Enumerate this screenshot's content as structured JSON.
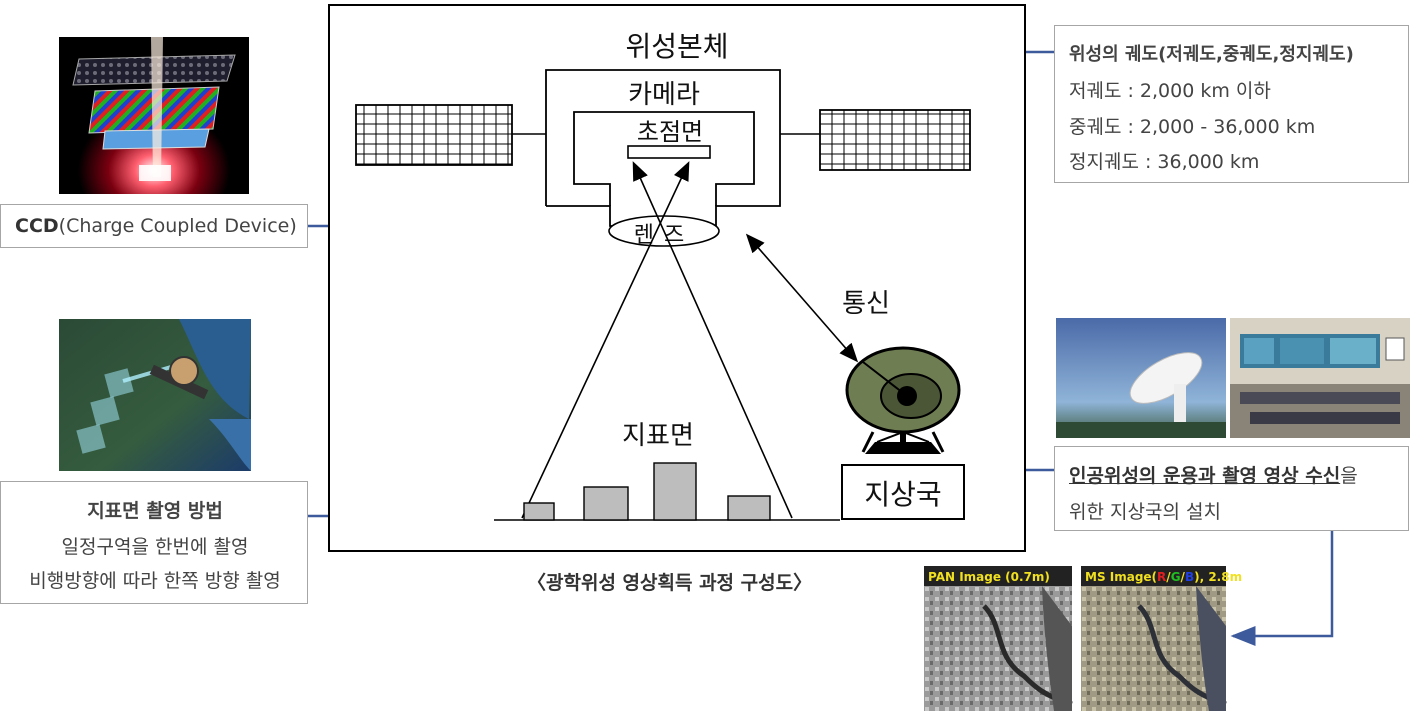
{
  "diagram": {
    "satellite_body": "위성본체",
    "camera": "카메라",
    "focal_plane": "초점면",
    "lens": "렌즈",
    "communication": "통신",
    "ground_surface": "지표면",
    "ground_station": "지상국"
  },
  "caption": "〈광학위성 영상획득 과정 구성도〉",
  "ccd": {
    "bold": "CCD",
    "rest": "(Charge Coupled Device)"
  },
  "orbit": {
    "title": "위성의 궤도(저궤도,중궤도,정지궤도)",
    "lines": [
      "저궤도 : 2,000 km 이하",
      "중궤도 : 2,000 - 36,000 km",
      "정지궤도 : 36,000 km"
    ]
  },
  "imaging": {
    "title": "지표면 촬영 방법",
    "lines": [
      "일정구역을 한번에 촬영",
      "비행방향에 따라 한쪽 방향 촬영"
    ]
  },
  "station": {
    "highlight": "인공위성의 운용과 촬영 영상 수신",
    "rest1": "을",
    "line2": "위한 지상국의 설치"
  },
  "images": {
    "pan": "PAN Image (0.7m)",
    "ms_prefix": "MS Image(",
    "ms_bands": [
      "R",
      "G",
      "B"
    ],
    "ms_suffix": "), 2.8m"
  },
  "colors": {
    "arrow": "#3d5a9c",
    "border": "#a6a6a6",
    "pan_label": "#f0e020",
    "band_r": "#e02020",
    "band_g": "#20c020",
    "band_b": "#2040e0"
  }
}
